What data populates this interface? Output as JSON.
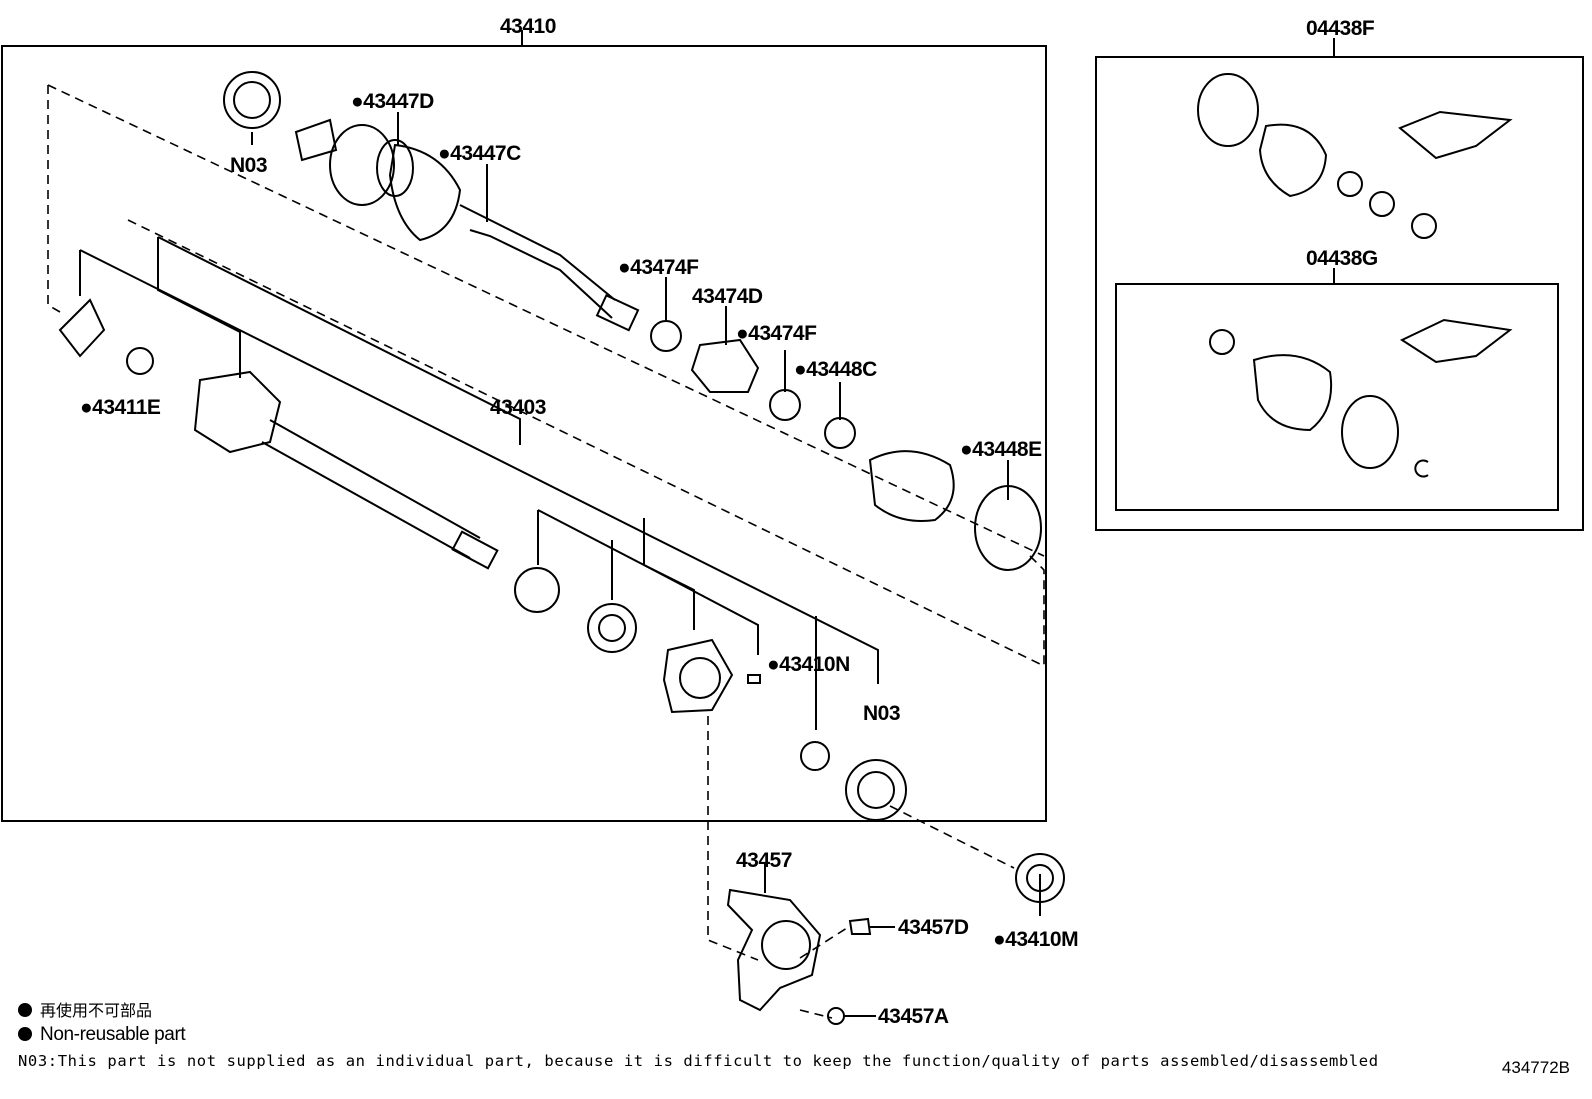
{
  "labels": {
    "main_assembly": "43410",
    "kit_f": "04438F",
    "kit_g": "04438G",
    "p_43447D": "●43447D",
    "p_43447C": "●43447C",
    "p_n03_top": "N03",
    "p_43474F_a": "●43474F",
    "p_43474D": "43474D",
    "p_43474F_b": "●43474F",
    "p_43448C": "●43448C",
    "p_43448E": "●43448E",
    "p_43411E": "●43411E",
    "p_43403": "43403",
    "p_43410N": "●43410N",
    "p_n03_bottom": "N03",
    "p_43457": "43457",
    "p_43457D": "43457D",
    "p_43457A": "43457A",
    "p_43410M": "●43410M"
  },
  "legend": {
    "jp": "再使用不可部品",
    "en": "Non-reusable part"
  },
  "note": "N03:This part is not supplied as an individual part, because it is difficult to keep the function/quality of parts assembled/disassembled",
  "figure_id": "434772B"
}
